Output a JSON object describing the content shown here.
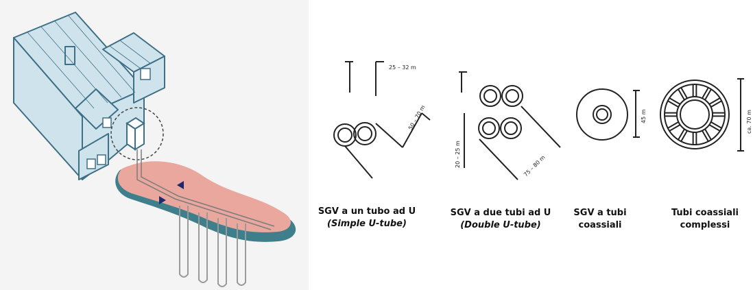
{
  "colors": {
    "house_fill": "#cfe3ec",
    "house_stroke": "#3d6f86",
    "ground_top": "#e9a79e",
    "ground_side": "#3f7f8c",
    "arrow": "#1d2a6b",
    "line": "#222222"
  },
  "sections": [
    {
      "id": "single-u",
      "title": "SGV a un tubo ad U",
      "subtitle": "(Simple U-tube)",
      "dims": [
        "25 – 32 m",
        "50 – 70 m"
      ]
    },
    {
      "id": "double-u",
      "title": "SGV a due tubi ad U",
      "subtitle": "(Double U-tube)",
      "dims": [
        "20 – 25 m",
        "75 – 80 m"
      ]
    },
    {
      "id": "coaxial",
      "title_lines": [
        "SGV a tubi",
        "coassiali"
      ],
      "dims": [
        "45 m"
      ]
    },
    {
      "id": "complex-coaxial",
      "title_lines": [
        "Tubi coassiali",
        "complessi"
      ],
      "dims": [
        "ca. 70 m"
      ]
    }
  ]
}
